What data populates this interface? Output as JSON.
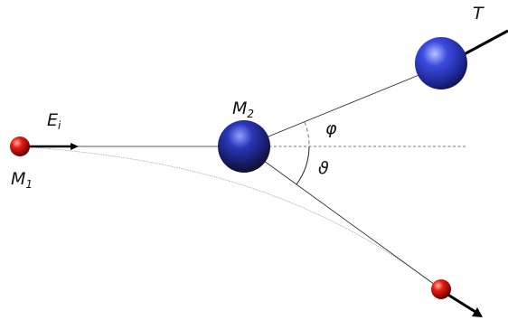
{
  "labels": {
    "m1": {
      "base": "M",
      "sub": "1"
    },
    "m2": {
      "base": "M",
      "sub": "2"
    },
    "ei": {
      "base": "E",
      "sub": "i"
    },
    "t": "T",
    "phi": "φ",
    "theta": "ϑ"
  },
  "colors": {
    "projectile": "#dd1111",
    "target": "#2233cc",
    "line": "#222222",
    "reference_line": "#777777",
    "trajectory": "#999999",
    "arrow": "#000000"
  }
}
